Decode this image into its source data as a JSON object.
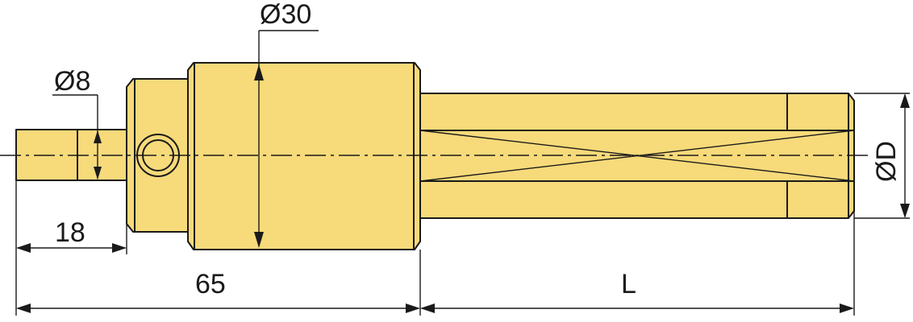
{
  "drawing": {
    "colors": {
      "part_fill": "#f7da7a",
      "line": "#1a1a1a",
      "background": "#ffffff"
    },
    "dimensions": {
      "shank_diameter": "Ø8",
      "body_diameter": "Ø30",
      "cutter_diameter": "ØD",
      "shank_length": "18",
      "overall_to_cutter": "65",
      "cutter_length": "L"
    }
  }
}
